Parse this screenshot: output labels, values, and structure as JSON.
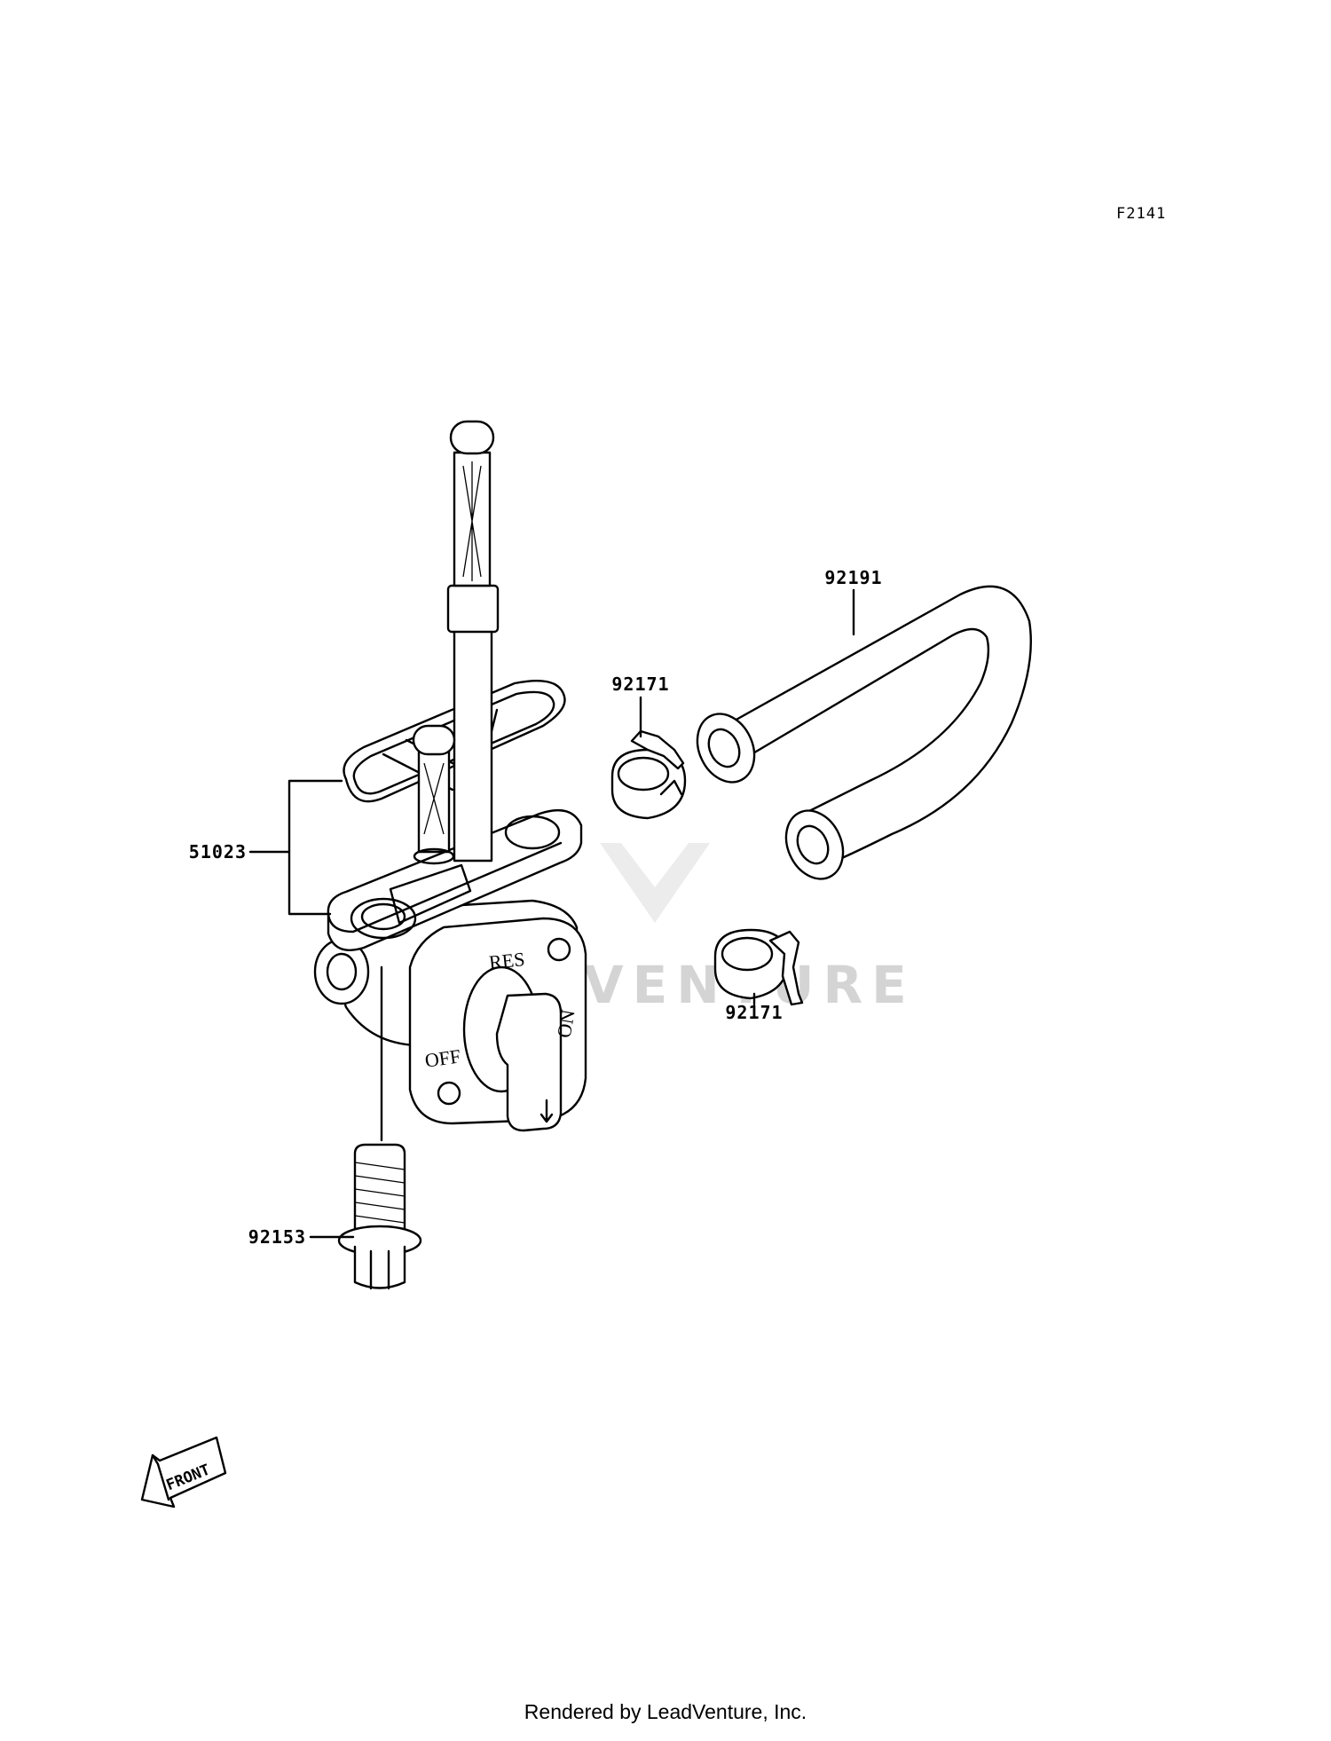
{
  "figure_code": "F2141",
  "parts": [
    {
      "number": "51023"
    },
    {
      "number": "92153"
    },
    {
      "number": "92171"
    },
    {
      "number": "92171"
    },
    {
      "number": "92191"
    }
  ],
  "valve_dial": {
    "res": "RES",
    "off": "OFF",
    "on": "ON"
  },
  "front_marker": "FRONT",
  "watermark": "LEADVENTURE",
  "footer": "Rendered by LeadVenture, Inc."
}
